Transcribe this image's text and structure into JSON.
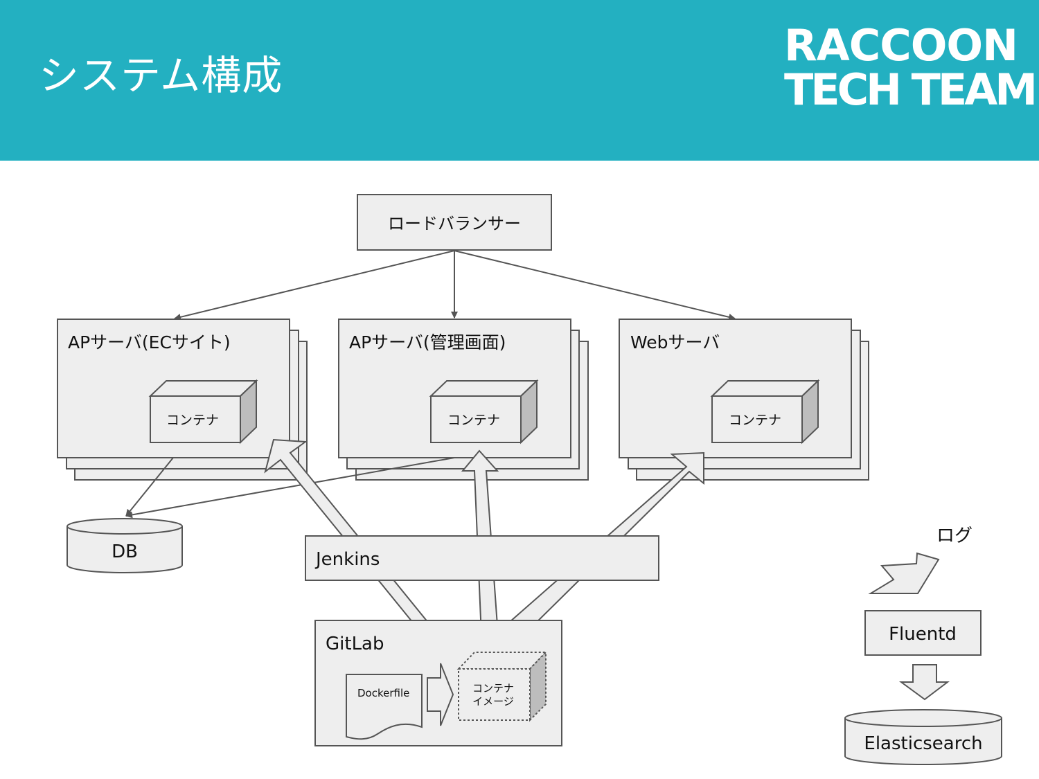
{
  "slide": {
    "title": "システム構成",
    "logo": {
      "line1": "RACCOON",
      "line2": "TECH TEAM"
    },
    "colors": {
      "header": "#23b0c1",
      "box_fill": "#eeeeee",
      "box_stroke": "#555555",
      "arrow_fill": "#e8e8e8",
      "cube_side": "#bdbdbd"
    }
  },
  "diagram": {
    "load_balancer": "ロードバランサー",
    "servers": [
      {
        "label": "APサーバ(ECサイト)",
        "container": "コンテナ"
      },
      {
        "label": "APサーバ(管理画面)",
        "container": "コンテナ"
      },
      {
        "label": "Webサーバ",
        "container": "コンテナ"
      }
    ],
    "db": "DB",
    "jenkins": "Jenkins",
    "gitlab": {
      "label": "GitLab",
      "dockerfile": "Dockerfile",
      "image_line1": "コンテナ",
      "image_line2": "イメージ"
    },
    "log": "ログ",
    "fluentd": "Fluentd",
    "elasticsearch": "Elasticsearch"
  }
}
